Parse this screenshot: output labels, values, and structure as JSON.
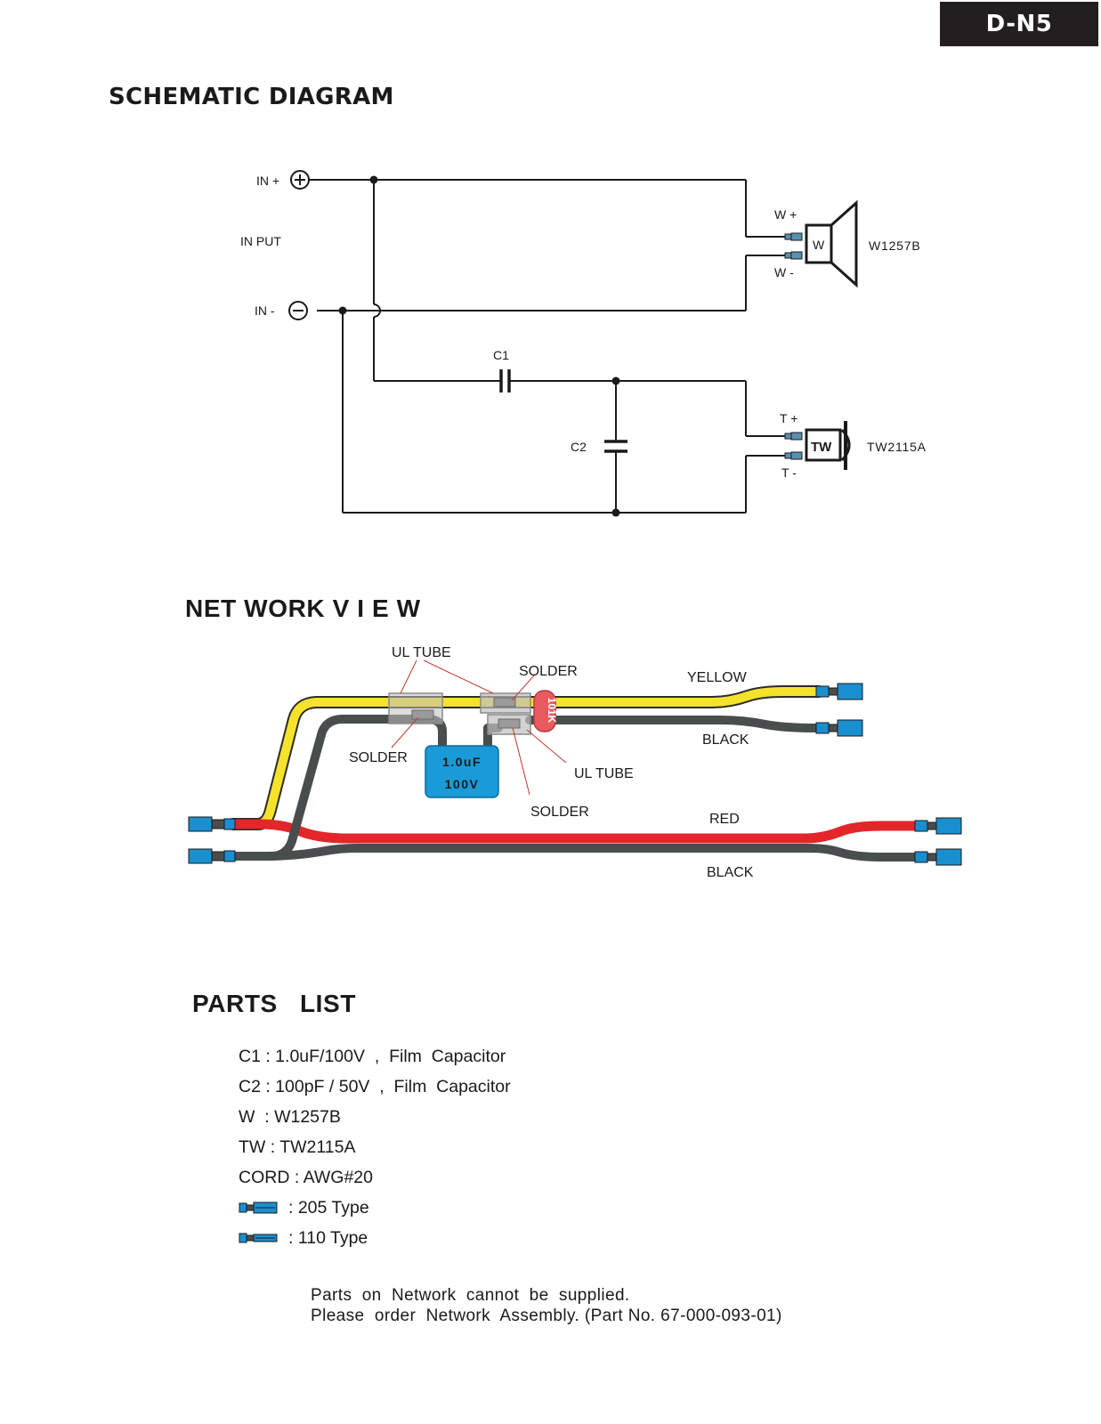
{
  "model": "D-N5",
  "schematic": {
    "title": "SCHEMATIC DIAGRAM",
    "labels": {
      "in_plus": "IN +",
      "input": "IN PUT",
      "in_minus": "IN -",
      "c1": "C1",
      "c2": "C2",
      "w_plus": "W +",
      "w_minus": "W -",
      "w_box": "W",
      "woofer_model": "W1257B",
      "t_plus": "T +",
      "t_minus": "T -",
      "tw_box": "TW",
      "tweeter_model": "TW2115A"
    }
  },
  "network": {
    "title": "NET WORK V I E W",
    "labels": {
      "ul_tube_top": "UL TUBE",
      "solder_top": "SOLDER",
      "solder_left": "SOLDER",
      "ul_tube_right": "UL TUBE",
      "solder_bottom": "SOLDER",
      "cap_value": "1.0uF",
      "cap_voltage": "100V",
      "resistor": "101K",
      "yellow": "YELLOW",
      "black_top": "BLACK",
      "red": "RED",
      "black_bottom": "BLACK"
    },
    "wire_colors": {
      "yellow": "#f5e22a",
      "red": "#e3262a",
      "black": "#4a4d4d",
      "capacitor": "#1a9ad6",
      "resistor": "#e85a5e",
      "terminal": "#1a8fd0"
    }
  },
  "parts": {
    "title": "PARTS   LIST",
    "items": [
      "C1 : 1.0uF/100V  ,  Film  Capacitor",
      "C2 : 100pF / 50V  ,  Film  Capacitor",
      "W  : W1257B",
      "TW : TW2115A",
      "CORD : AWG#20",
      ": 205 Type",
      ": 110 Type"
    ],
    "icon_items": [
      "connector-205-icon",
      "connector-110-icon"
    ]
  },
  "note": {
    "line1": "Parts  on  Network  cannot  be  supplied.",
    "line2": "Please  order  Network  Assembly. (Part No. 67-000-093-01)"
  }
}
